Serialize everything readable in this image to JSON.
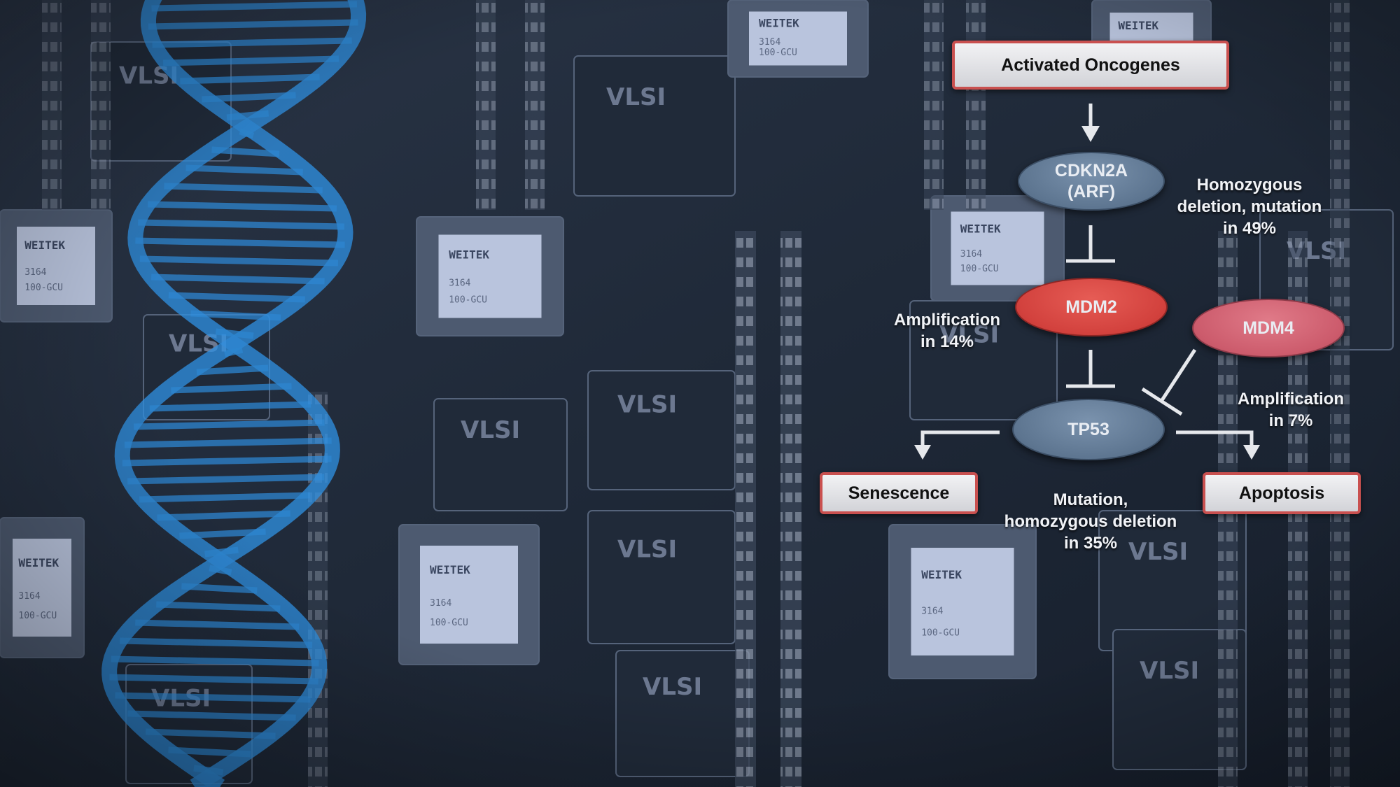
{
  "nodes": {
    "activated_oncogenes": "Activated Oncogenes",
    "cdkn2a": "CDKN2A\n(ARF)",
    "mdm2": "MDM2",
    "mdm4": "MDM4",
    "tp53": "TP53",
    "senescence": "Senescence",
    "apoptosis": "Apoptosis"
  },
  "annotations": {
    "cdkn2a_note": "Homozygous\ndeletion, mutation\nin 49%",
    "mdm2_note": "Amplification\nin 14%",
    "mdm4_note": "Amplification\nin 7%",
    "tp53_note": "Mutation,\nhomozygous deletion\nin 35%"
  },
  "background": {
    "chip_brand_1": "VLSI",
    "chip_brand_2": "WEITEK",
    "chip_code_1": "3164",
    "chip_code_2": "100-GCU"
  },
  "colors": {
    "box_border": "#c9504f",
    "node_blue": "#5d7590",
    "node_red": "#d2413d",
    "node_pink": "#cc5b6c",
    "arrow": "#e6e8ec",
    "dna": "#2f8fe0"
  }
}
